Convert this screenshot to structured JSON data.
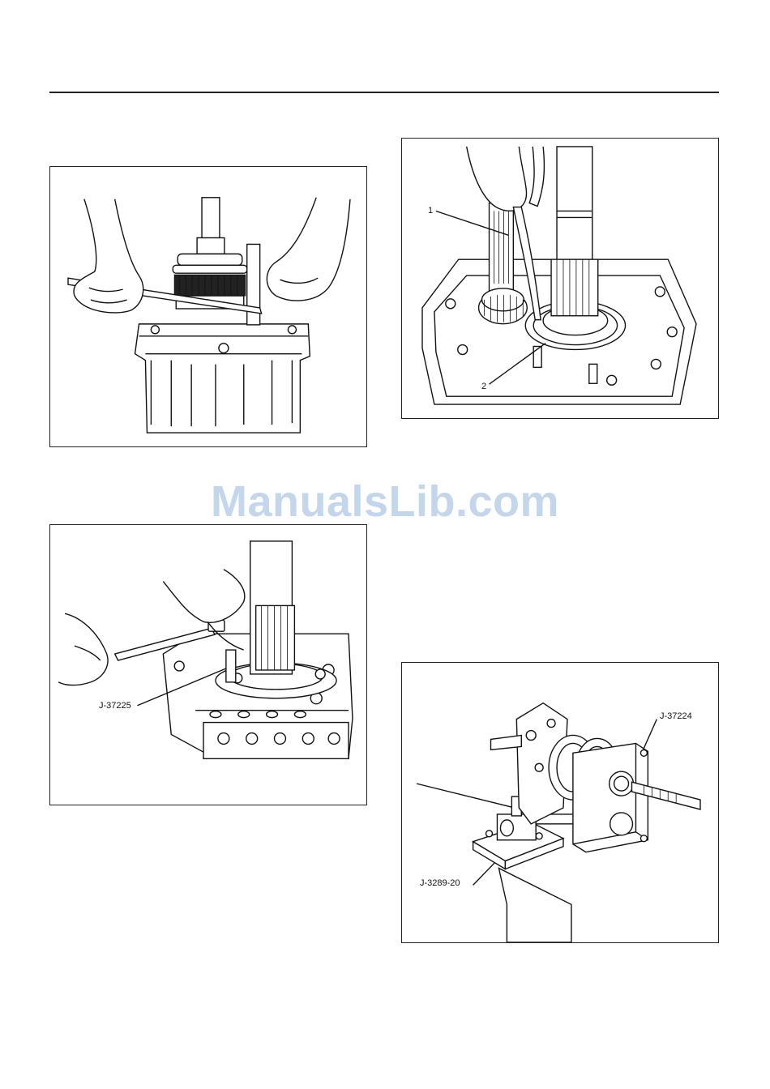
{
  "figures": {
    "fig2": {
      "callouts": [
        "1",
        "2"
      ]
    },
    "fig3": {
      "callouts": [
        "J-37225"
      ]
    },
    "fig4": {
      "callouts": [
        "J-37224",
        "J-3289-20"
      ]
    }
  },
  "watermark": "ManualsLib.com"
}
